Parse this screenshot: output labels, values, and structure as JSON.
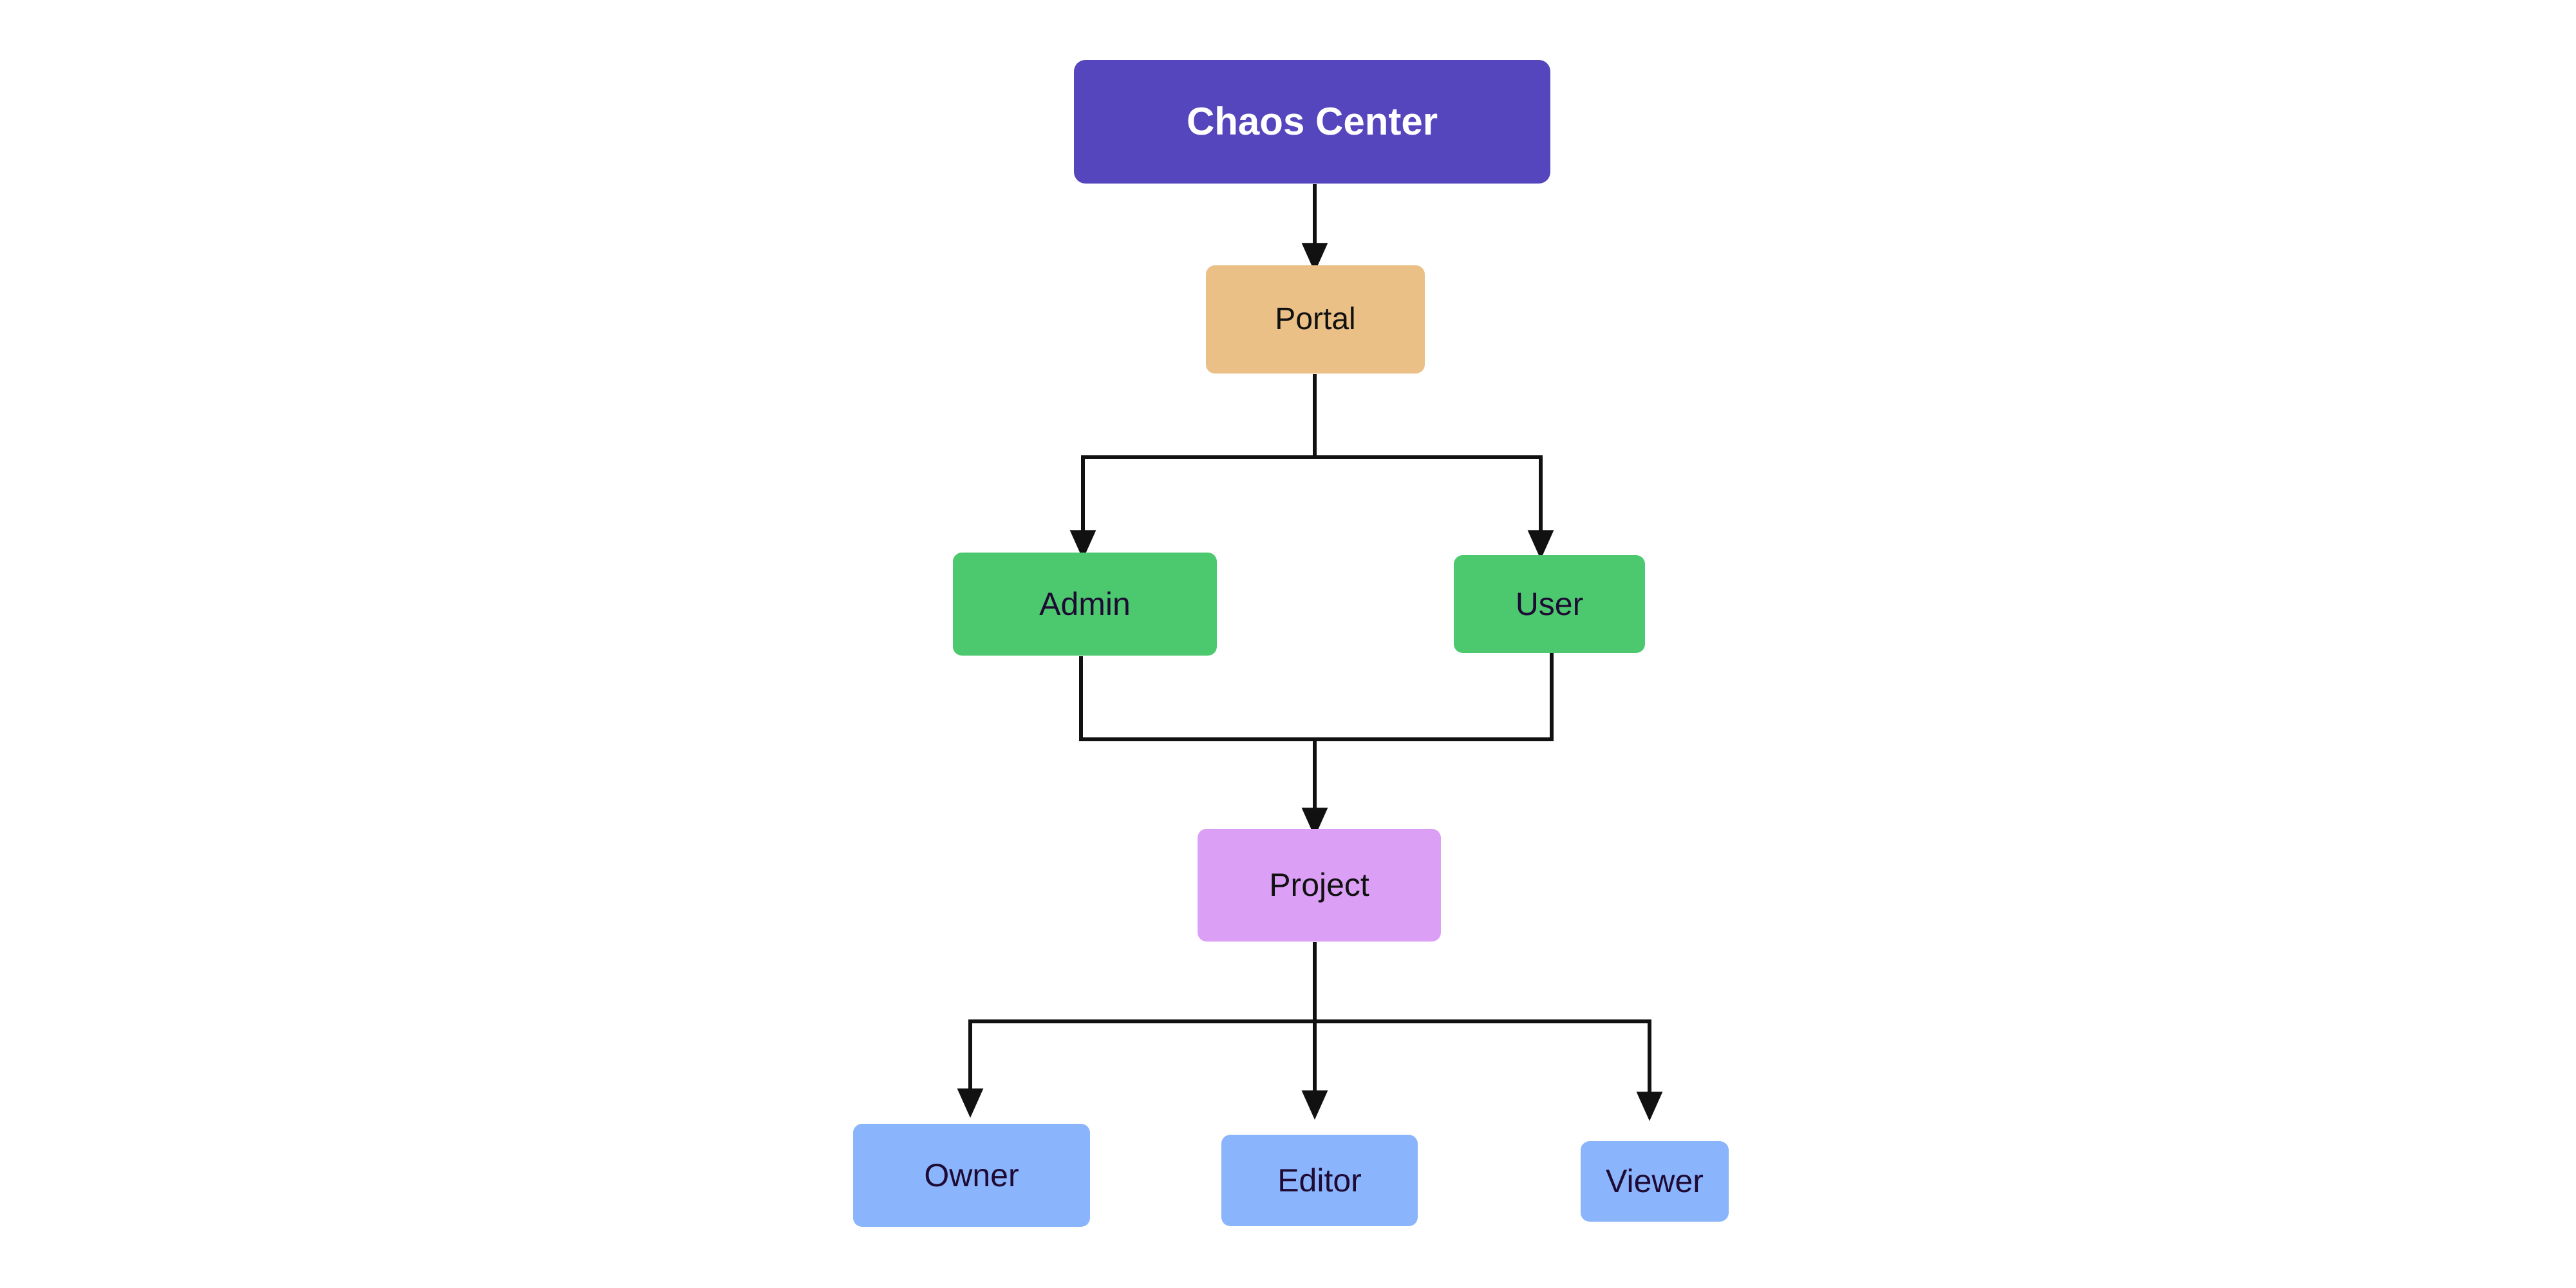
{
  "diagram": {
    "title": "Chaos Center access hierarchy",
    "background_color": "#ffffff",
    "edge_color": "#111111",
    "nodes": [
      {
        "id": "chaos-center",
        "label": "Chaos Center",
        "fill": "#5546BD",
        "text_color": "#ffffff",
        "level": 0
      },
      {
        "id": "portal",
        "label": "Portal",
        "fill": "#EAC086",
        "text_color": "#111111",
        "level": 1
      },
      {
        "id": "admin",
        "label": "Admin",
        "fill": "#4CC96E",
        "text_color": "#1E0A33",
        "level": 2
      },
      {
        "id": "user",
        "label": "User",
        "fill": "#4CC96E",
        "text_color": "#1E0A33",
        "level": 2
      },
      {
        "id": "project",
        "label": "Project",
        "fill": "#DB9FF5",
        "text_color": "#111111",
        "level": 3
      },
      {
        "id": "owner",
        "label": "Owner",
        "fill": "#8AB4FB",
        "text_color": "#1E0A33",
        "level": 4
      },
      {
        "id": "editor",
        "label": "Editor",
        "fill": "#8AB4FB",
        "text_color": "#1E0A33",
        "level": 4
      },
      {
        "id": "viewer",
        "label": "Viewer",
        "fill": "#8AB4FB",
        "text_color": "#1E0A33",
        "level": 4
      }
    ],
    "edges": [
      {
        "from": "chaos-center",
        "to": "portal",
        "style": "straight-arrow"
      },
      {
        "from": "portal",
        "to": "admin",
        "style": "elbow-arrow"
      },
      {
        "from": "portal",
        "to": "user",
        "style": "elbow-arrow"
      },
      {
        "from": "admin",
        "to": "project",
        "style": "merge-arrow"
      },
      {
        "from": "user",
        "to": "project",
        "style": "merge-arrow"
      },
      {
        "from": "project",
        "to": "owner",
        "style": "elbow-arrow"
      },
      {
        "from": "project",
        "to": "editor",
        "style": "elbow-arrow"
      },
      {
        "from": "project",
        "to": "viewer",
        "style": "elbow-arrow"
      }
    ]
  }
}
